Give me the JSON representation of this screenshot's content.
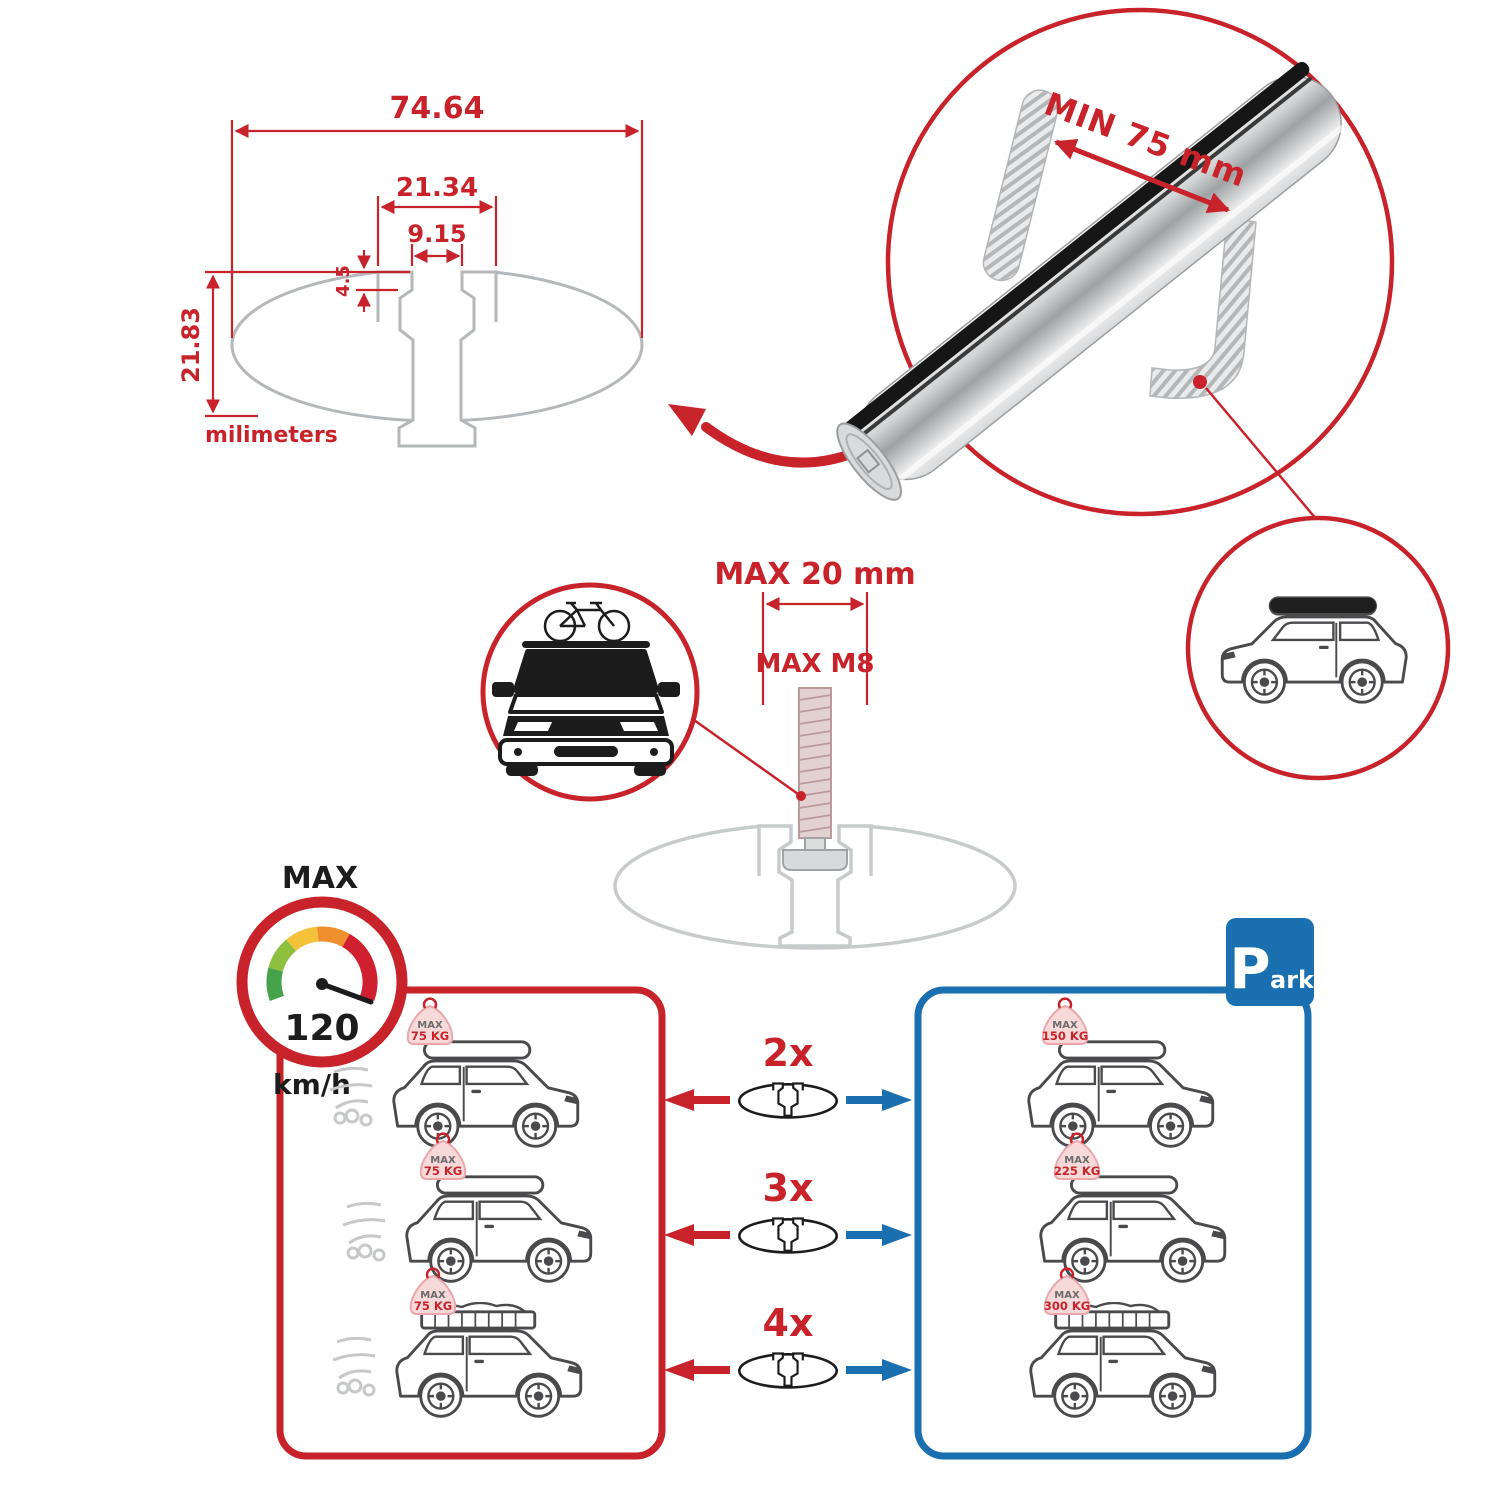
{
  "colors": {
    "red": "#c8232a",
    "blue": "#1a6fb0",
    "bar_gray": "#9fa2a4",
    "outline_gray": "#b5b8ba"
  },
  "profile_dimensions": {
    "total_width": "74.64",
    "slot_outer_width": "21.34",
    "slot_opening": "9.15",
    "lip_depth": "4.5",
    "total_height": "21.83",
    "units_label": "milimeters"
  },
  "bar_detail": {
    "min_rail_span": "MIN 75 mm"
  },
  "bolt": {
    "max_length": "MAX 20 mm",
    "max_thread": "MAX M8"
  },
  "speed_gauge": {
    "max_label": "MAX",
    "value": "120",
    "units": "km/h"
  },
  "parking_sign": {
    "letter": "P",
    "suffix": "ark"
  },
  "load_table": {
    "badge_max_label": "MAX",
    "rows": [
      {
        "multiplier": "2x",
        "moving_load": "75 KG",
        "parked_load": "150 KG"
      },
      {
        "multiplier": "3x",
        "moving_load": "75 KG",
        "parked_load": "225 KG"
      },
      {
        "multiplier": "4x",
        "moving_load": "75 KG",
        "parked_load": "300 KG"
      }
    ]
  }
}
